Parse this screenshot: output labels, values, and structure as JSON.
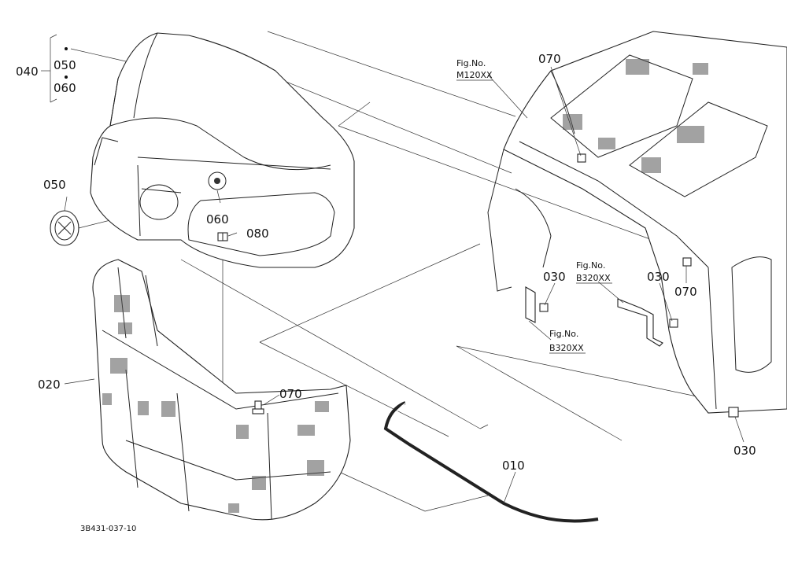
{
  "labels": {
    "p040": "040",
    "p050a": "050",
    "p060a": "060",
    "p050b": "050",
    "p060b": "060",
    "p080": "080",
    "p070a": "070",
    "p070b": "070",
    "p070c": "070",
    "p030a": "030",
    "p030b": "030",
    "p030c": "030",
    "p020": "020",
    "p010": "010"
  },
  "fig_refs": {
    "m120_fig": "Fig.No.",
    "m120_code": "M120XX",
    "b320a_fig": "Fig.No.",
    "b320a_code": "B320XX",
    "b320b_fig": "Fig.No.",
    "b320b_code": "B320XX"
  },
  "drawing_code": "3B431-037-10"
}
